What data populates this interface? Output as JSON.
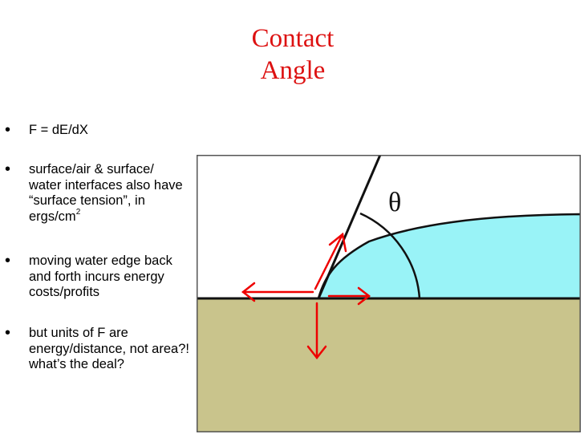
{
  "title": {
    "line1": "Contact",
    "line2": "Angle"
  },
  "bullets": [
    {
      "text": "F = dE/dX"
    },
    {
      "text": "surface/air & surface/ water interfaces also have “surface tension”, in ergs/cm",
      "sup": "2"
    },
    {
      "text": "moving water edge back and forth incurs energy costs/profits"
    },
    {
      "text": "but units of F are energy/distance, not area?!  what’s the deal?"
    }
  ],
  "diagram": {
    "angle_symbol": "θ",
    "colors": {
      "water": "#99f3f7",
      "surface": "#c9c48c",
      "arrows": "#ee0000",
      "frame": "#555555",
      "lines": "#111111"
    }
  },
  "colors": {
    "title": "#dd1111"
  }
}
